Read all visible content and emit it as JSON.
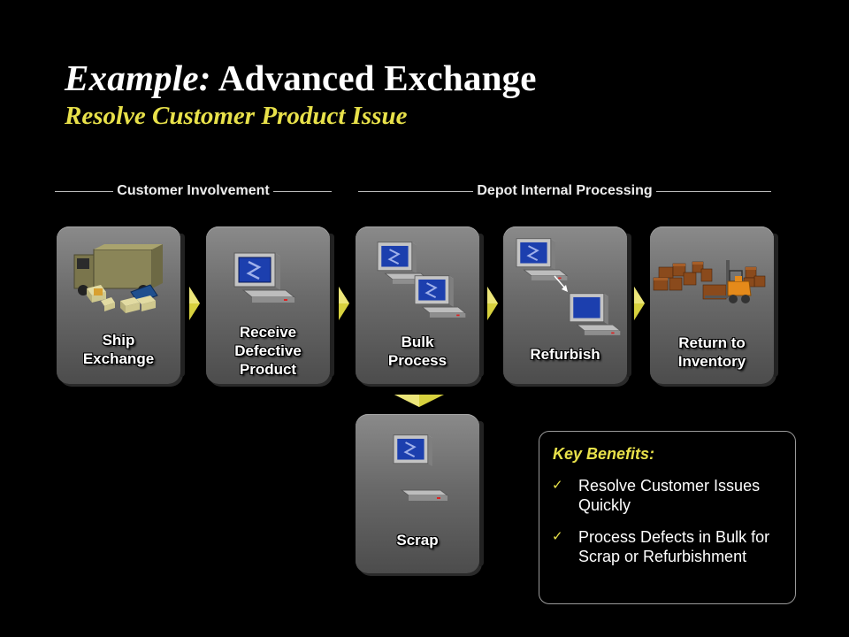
{
  "title": {
    "prefix": "Example:",
    "main": "Advanced Exchange"
  },
  "subtitle": "Resolve Customer Product Issue",
  "sections": {
    "customer": "Customer Involvement",
    "depot": "Depot Internal Processing"
  },
  "steps": [
    {
      "lines": [
        "Ship",
        "Exchange"
      ]
    },
    {
      "lines": [
        "Receive",
        "Defective",
        "Product"
      ]
    },
    {
      "lines": [
        "Bulk",
        "Process"
      ]
    },
    {
      "lines": [
        "Refurbish"
      ]
    },
    {
      "lines": [
        "Return to",
        "Inventory"
      ]
    }
  ],
  "scrap": {
    "label": "Scrap"
  },
  "benefits": {
    "heading": "Key Benefits:",
    "items": [
      "Resolve Customer Issues Quickly",
      "Process Defects in Bulk for Scrap or Refurbishment"
    ]
  },
  "colors": {
    "accent": "#e8e14a",
    "tile": "#6a6a6a",
    "background": "#000000"
  }
}
